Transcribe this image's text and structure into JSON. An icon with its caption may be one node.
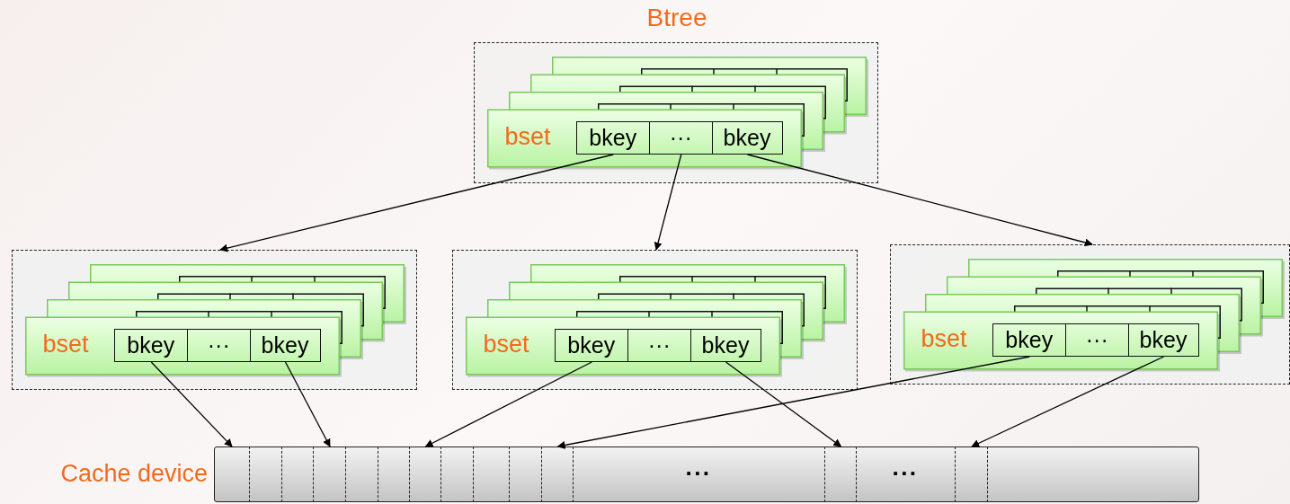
{
  "diagram": {
    "nodes": [
      {
        "text": [
          "Btree"
        ]
      },
      {
        "text": [
          "bset"
        ],
        "in": 0
      },
      {
        "text": [
          "bkey"
        ],
        "in": 1
      },
      {
        "text": [
          "···"
        ],
        "in": 1
      },
      {
        "text": [
          "bkey"
        ],
        "in": 1
      },
      {
        "text": [],
        "shape": "box"
      },
      {
        "text": [
          "bset"
        ],
        "in": 5
      },
      {
        "text": [
          "bkey"
        ],
        "in": 6
      },
      {
        "text": [
          "···"
        ],
        "in": 6
      },
      {
        "text": [
          "bkey"
        ],
        "in": 6
      },
      {
        "text": [],
        "shape": "box"
      },
      {
        "text": [
          "bset"
        ],
        "in": 10
      },
      {
        "text": [
          "bkey"
        ],
        "in": 11
      },
      {
        "text": [
          "···"
        ],
        "in": 11
      },
      {
        "text": [
          "bkey"
        ],
        "in": 11
      },
      {
        "text": [],
        "shape": "box"
      },
      {
        "text": [
          "bset"
        ],
        "in": 15
      },
      {
        "text": [
          "bkey"
        ],
        "in": 16
      },
      {
        "text": [
          "···"
        ],
        "in": 16
      },
      {
        "text": [
          "bkey"
        ],
        "in": 16
      },
      {
        "text": [],
        "shape": "bar",
        "beside": [
          "Cache device"
        ]
      },
      {
        "text": [],
        "shape": "box",
        "in": 20
      },
      {
        "text": [],
        "shape": "box",
        "in": 20
      },
      {
        "text": [],
        "shape": "box",
        "in": 20
      },
      {
        "text": [],
        "shape": "box",
        "in": 20
      },
      {
        "text": [],
        "shape": "box",
        "in": 20
      },
      {
        "text": [],
        "shape": "box",
        "in": 20
      },
      {
        "text": [],
        "shape": "box",
        "in": 20
      },
      {
        "text": [],
        "shape": "box",
        "in": 20
      },
      {
        "text": [],
        "shape": "box",
        "in": 20
      },
      {
        "text": [],
        "shape": "box",
        "in": 20
      },
      {
        "text": [],
        "shape": "box",
        "in": 20
      },
      {
        "text": [
          "···"
        ],
        "in": 20
      },
      {
        "text": [],
        "shape": "box",
        "in": 20
      },
      {
        "text": [
          "···"
        ],
        "in": 20
      },
      {
        "text": [],
        "shape": "box",
        "in": 20
      }
    ],
    "edges": [
      {
        "from": 2,
        "to": 5,
        "arrow": "to"
      },
      {
        "from": 3,
        "to": 10,
        "arrow": "to"
      },
      {
        "from": 4,
        "to": 15,
        "arrow": "to"
      },
      {
        "from": 7,
        "to": 21,
        "arrow": "to"
      },
      {
        "from": 9,
        "to": 24,
        "arrow": "to"
      },
      {
        "from": 12,
        "to": 27,
        "arrow": "to"
      },
      {
        "from": 14,
        "to": 33,
        "arrow": "to"
      },
      {
        "from": 17,
        "to": 31,
        "arrow": "to"
      },
      {
        "from": 19,
        "to": 35,
        "arrow": "to"
      }
    ]
  }
}
